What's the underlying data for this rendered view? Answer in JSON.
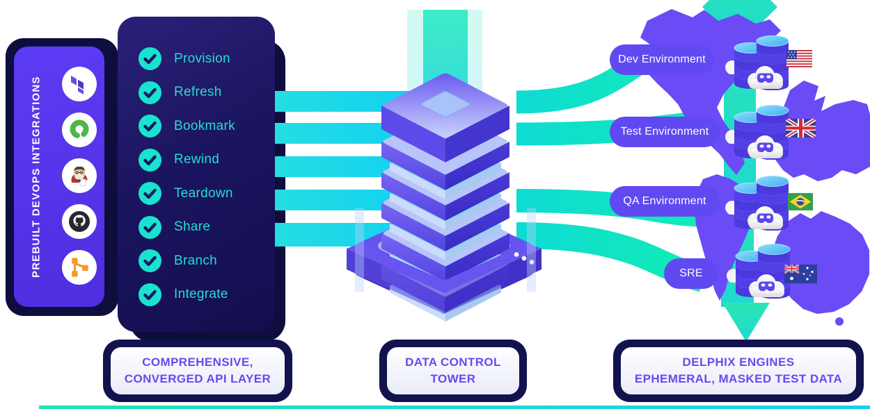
{
  "sidebar": {
    "title": "PREBUILT DEVOPS INTEGRATIONS",
    "icons": [
      "terraform-icon",
      "green-ring-logo-icon",
      "jenkins-icon",
      "github-icon",
      "git-branch-icon"
    ]
  },
  "checklist": {
    "items": [
      "Provision",
      "Refresh",
      "Bookmark",
      "Rewind",
      "Teardown",
      "Share",
      "Branch",
      "Integrate"
    ]
  },
  "environments": [
    {
      "label": "Dev Environment",
      "flag": "us-flag-icon"
    },
    {
      "label": "Test Environment",
      "flag": "uk-flag-icon"
    },
    {
      "label": "QA Environment",
      "flag": "brazil-flag-icon"
    },
    {
      "label": "SRE",
      "flag": "australia-flag-icon"
    }
  ],
  "footer_boxes": [
    {
      "line1": "COMPREHENSIVE,",
      "line2": "CONVERGED API LAYER"
    },
    {
      "line1": "DATA CONTROL",
      "line2": "TOWER"
    },
    {
      "line1": "DELPHIX ENGINES",
      "line2": "EPHEMERAL, MASKED TEST DATA"
    }
  ],
  "colors": {
    "accent_purple": "#5B3AF2",
    "panel_navy": "#0E0E3E",
    "checklist_teal": "#19E3CF",
    "checklist_text": "#2ADBD2",
    "band_cyan": "#18CFF2",
    "band_teal": "#12E6C8",
    "pill_purple": "#6049F0",
    "map_purple": "#6A4BF5",
    "footer_text_purple": "#6A48F0"
  }
}
